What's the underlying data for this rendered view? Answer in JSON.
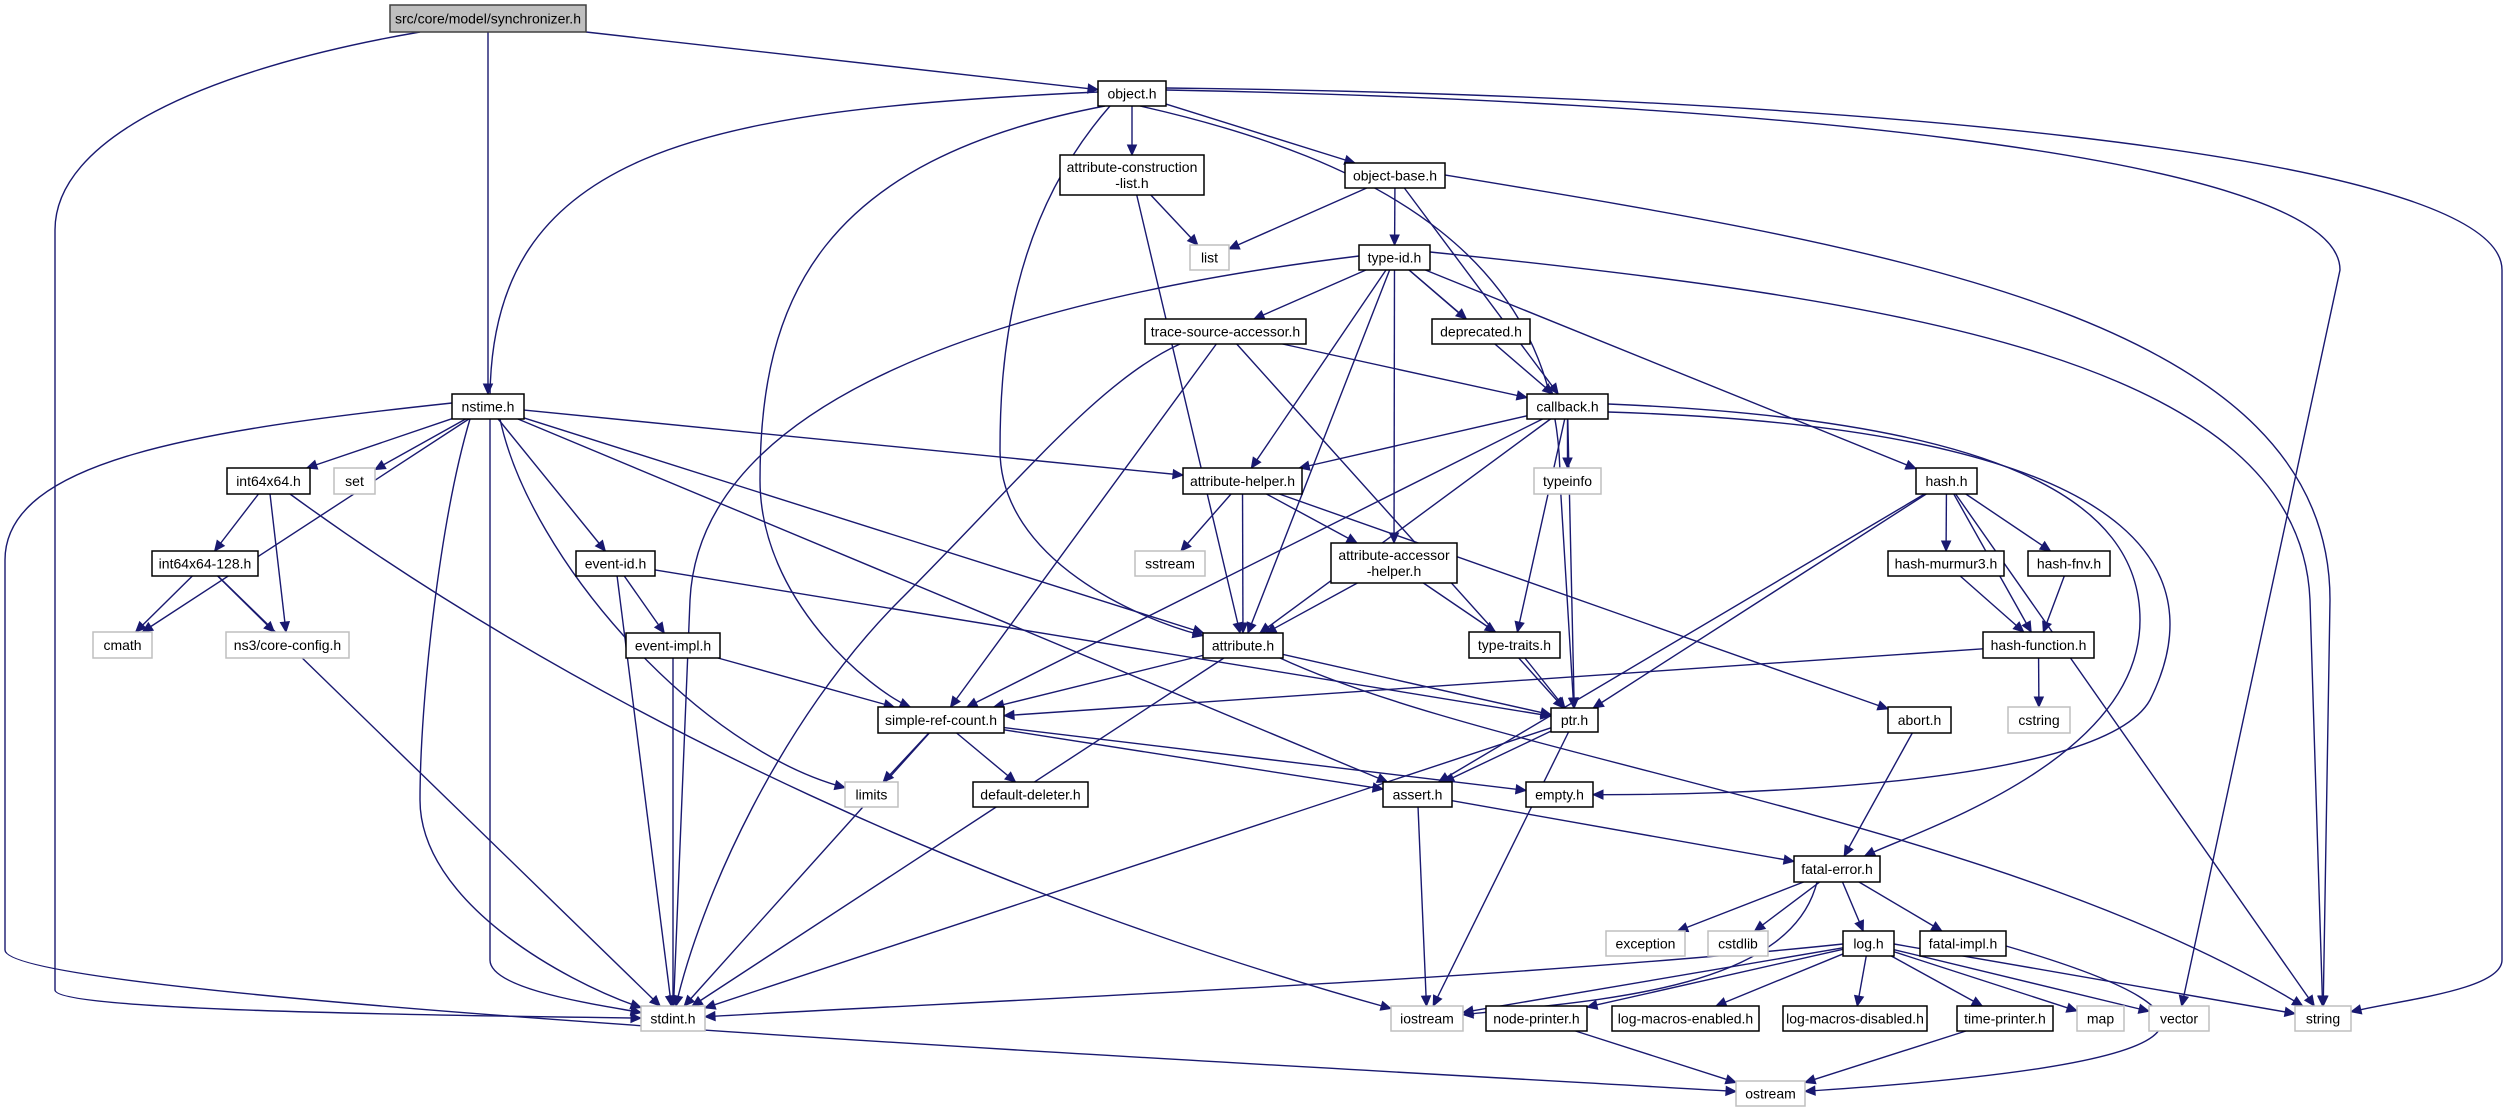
{
  "title": "src/core/model/synchronizer.h include dependency graph",
  "colors": {
    "edge": "#191970",
    "root_fill": "#bfbfbf",
    "root_border": "#404040",
    "documented_border": "#000000",
    "external_border": "#bfbfbf",
    "node_fill": "#ffffff"
  },
  "nodes": [
    {
      "id": "root",
      "label": "src/core/model/synchronizer.h",
      "kind": "root"
    },
    {
      "id": "object",
      "label": "object.h",
      "kind": "documented"
    },
    {
      "id": "attrconstr",
      "label": "attribute-construction\n-list.h",
      "kind": "documented"
    },
    {
      "id": "objectbase",
      "label": "object-base.h",
      "kind": "documented"
    },
    {
      "id": "list",
      "label": "list",
      "kind": "external"
    },
    {
      "id": "typeid",
      "label": "type-id.h",
      "kind": "documented"
    },
    {
      "id": "tsa",
      "label": "trace-source-accessor.h",
      "kind": "documented"
    },
    {
      "id": "deprecated",
      "label": "deprecated.h",
      "kind": "documented"
    },
    {
      "id": "nstime",
      "label": "nstime.h",
      "kind": "documented"
    },
    {
      "id": "callback",
      "label": "callback.h",
      "kind": "documented"
    },
    {
      "id": "int64x64",
      "label": "int64x64.h",
      "kind": "documented"
    },
    {
      "id": "set",
      "label": "set",
      "kind": "external"
    },
    {
      "id": "attrhelper",
      "label": "attribute-helper.h",
      "kind": "documented"
    },
    {
      "id": "typeinfo",
      "label": "typeinfo",
      "kind": "external"
    },
    {
      "id": "hash",
      "label": "hash.h",
      "kind": "documented"
    },
    {
      "id": "int128",
      "label": "int64x64-128.h",
      "kind": "documented"
    },
    {
      "id": "eventid",
      "label": "event-id.h",
      "kind": "documented"
    },
    {
      "id": "sstream",
      "label": "sstream",
      "kind": "external"
    },
    {
      "id": "accessor",
      "label": "attribute-accessor\n-helper.h",
      "kind": "documented"
    },
    {
      "id": "murmur",
      "label": "hash-murmur3.h",
      "kind": "documented"
    },
    {
      "id": "fnv",
      "label": "hash-fnv.h",
      "kind": "documented"
    },
    {
      "id": "cmath",
      "label": "cmath",
      "kind": "external"
    },
    {
      "id": "coreconfig",
      "label": "ns3/core-config.h",
      "kind": "external"
    },
    {
      "id": "eventimpl",
      "label": "event-impl.h",
      "kind": "documented"
    },
    {
      "id": "attribute",
      "label": "attribute.h",
      "kind": "documented"
    },
    {
      "id": "typetraits",
      "label": "type-traits.h",
      "kind": "documented"
    },
    {
      "id": "hashfn",
      "label": "hash-function.h",
      "kind": "documented"
    },
    {
      "id": "cstring",
      "label": "cstring",
      "kind": "external"
    },
    {
      "id": "src",
      "label": "simple-ref-count.h",
      "kind": "documented"
    },
    {
      "id": "ptr",
      "label": "ptr.h",
      "kind": "documented"
    },
    {
      "id": "abort",
      "label": "abort.h",
      "kind": "documented"
    },
    {
      "id": "limits",
      "label": "limits",
      "kind": "external"
    },
    {
      "id": "deleter",
      "label": "default-deleter.h",
      "kind": "documented"
    },
    {
      "id": "assert",
      "label": "assert.h",
      "kind": "documented"
    },
    {
      "id": "empty",
      "label": "empty.h",
      "kind": "documented"
    },
    {
      "id": "fatalerror",
      "label": "fatal-error.h",
      "kind": "documented"
    },
    {
      "id": "exception",
      "label": "exception",
      "kind": "external"
    },
    {
      "id": "cstdlib",
      "label": "cstdlib",
      "kind": "external"
    },
    {
      "id": "log",
      "label": "log.h",
      "kind": "documented"
    },
    {
      "id": "fatalimpl",
      "label": "fatal-impl.h",
      "kind": "documented"
    },
    {
      "id": "stdint",
      "label": "stdint.h",
      "kind": "external"
    },
    {
      "id": "iostream",
      "label": "iostream",
      "kind": "external"
    },
    {
      "id": "nodeprinter",
      "label": "node-printer.h",
      "kind": "documented"
    },
    {
      "id": "logen",
      "label": "log-macros-enabled.h",
      "kind": "documented"
    },
    {
      "id": "logdis",
      "label": "log-macros-disabled.h",
      "kind": "documented"
    },
    {
      "id": "timeprinter",
      "label": "time-printer.h",
      "kind": "documented"
    },
    {
      "id": "map",
      "label": "map",
      "kind": "external"
    },
    {
      "id": "vector",
      "label": "vector",
      "kind": "external"
    },
    {
      "id": "string",
      "label": "string",
      "kind": "external"
    },
    {
      "id": "ostream",
      "label": "ostream",
      "kind": "external"
    }
  ],
  "edges": [
    [
      "root",
      "stdint"
    ],
    [
      "root",
      "nstime"
    ],
    [
      "root",
      "object"
    ],
    [
      "object",
      "attrconstr"
    ],
    [
      "object",
      "objectbase"
    ],
    [
      "object",
      "stdint"
    ],
    [
      "object",
      "src"
    ],
    [
      "object",
      "attribute"
    ],
    [
      "object",
      "ptr"
    ],
    [
      "object",
      "vector"
    ],
    [
      "object",
      "string"
    ],
    [
      "attrconstr",
      "list"
    ],
    [
      "attrconstr",
      "attribute"
    ],
    [
      "objectbase",
      "list"
    ],
    [
      "objectbase",
      "typeid"
    ],
    [
      "objectbase",
      "callback"
    ],
    [
      "objectbase",
      "string"
    ],
    [
      "typeid",
      "tsa"
    ],
    [
      "typeid",
      "deprecated"
    ],
    [
      "typeid",
      "attrhelper"
    ],
    [
      "typeid",
      "attribute"
    ],
    [
      "typeid",
      "accessor"
    ],
    [
      "typeid",
      "callback"
    ],
    [
      "typeid",
      "hash"
    ],
    [
      "typeid",
      "stdint"
    ],
    [
      "typeid",
      "string"
    ],
    [
      "tsa",
      "callback"
    ],
    [
      "tsa",
      "src"
    ],
    [
      "tsa",
      "ptr"
    ],
    [
      "tsa",
      "stdint"
    ],
    [
      "callback",
      "typeinfo"
    ],
    [
      "callback",
      "attrhelper"
    ],
    [
      "callback",
      "attribute"
    ],
    [
      "callback",
      "src"
    ],
    [
      "callback",
      "typetraits"
    ],
    [
      "callback",
      "ptr"
    ],
    [
      "callback",
      "fatalerror"
    ],
    [
      "callback",
      "empty"
    ],
    [
      "nstime",
      "int64x64"
    ],
    [
      "nstime",
      "set"
    ],
    [
      "nstime",
      "cmath"
    ],
    [
      "nstime",
      "eventid"
    ],
    [
      "nstime",
      "attrhelper"
    ],
    [
      "nstime",
      "attribute"
    ],
    [
      "nstime",
      "assert"
    ],
    [
      "nstime",
      "limits"
    ],
    [
      "nstime",
      "stdint"
    ],
    [
      "nstime",
      "ostream"
    ],
    [
      "int64x64",
      "int128"
    ],
    [
      "int64x64",
      "coreconfig"
    ],
    [
      "int64x64",
      "iostream"
    ],
    [
      "int128",
      "cmath"
    ],
    [
      "int128",
      "coreconfig"
    ],
    [
      "int128",
      "stdint"
    ],
    [
      "eventid",
      "eventimpl"
    ],
    [
      "eventid",
      "ptr"
    ],
    [
      "eventid",
      "stdint"
    ],
    [
      "eventimpl",
      "src"
    ],
    [
      "eventimpl",
      "stdint"
    ],
    [
      "attrhelper",
      "sstream"
    ],
    [
      "attrhelper",
      "attribute"
    ],
    [
      "attrhelper",
      "accessor"
    ],
    [
      "attrhelper",
      "abort"
    ],
    [
      "accessor",
      "attribute"
    ],
    [
      "accessor",
      "typetraits"
    ],
    [
      "attribute",
      "src"
    ],
    [
      "attribute",
      "ptr"
    ],
    [
      "attribute",
      "stdint"
    ],
    [
      "attribute",
      "string"
    ],
    [
      "typetraits",
      "ptr"
    ],
    [
      "hash",
      "murmur"
    ],
    [
      "hash",
      "fnv"
    ],
    [
      "hash",
      "hashfn"
    ],
    [
      "hash",
      "ptr"
    ],
    [
      "hash",
      "assert"
    ],
    [
      "hash",
      "string"
    ],
    [
      "murmur",
      "hashfn"
    ],
    [
      "fnv",
      "hashfn"
    ],
    [
      "hashfn",
      "src"
    ],
    [
      "hashfn",
      "cstring"
    ],
    [
      "src",
      "limits"
    ],
    [
      "src",
      "deleter"
    ],
    [
      "src",
      "assert"
    ],
    [
      "src",
      "empty"
    ],
    [
      "src",
      "stdint"
    ],
    [
      "ptr",
      "assert"
    ],
    [
      "ptr",
      "stdint"
    ],
    [
      "ptr",
      "iostream"
    ],
    [
      "assert",
      "fatalerror"
    ],
    [
      "assert",
      "iostream"
    ],
    [
      "abort",
      "fatalerror"
    ],
    [
      "fatalerror",
      "exception"
    ],
    [
      "fatalerror",
      "cstdlib"
    ],
    [
      "fatalerror",
      "log"
    ],
    [
      "fatalerror",
      "fatalimpl"
    ],
    [
      "fatalerror",
      "iostream"
    ],
    [
      "log",
      "stdint"
    ],
    [
      "log",
      "iostream"
    ],
    [
      "log",
      "nodeprinter"
    ],
    [
      "log",
      "logen"
    ],
    [
      "log",
      "logdis"
    ],
    [
      "log",
      "timeprinter"
    ],
    [
      "log",
      "map"
    ],
    [
      "log",
      "vector"
    ],
    [
      "log",
      "string"
    ],
    [
      "fatalimpl",
      "ostream"
    ],
    [
      "nodeprinter",
      "ostream"
    ],
    [
      "timeprinter",
      "ostream"
    ]
  ]
}
